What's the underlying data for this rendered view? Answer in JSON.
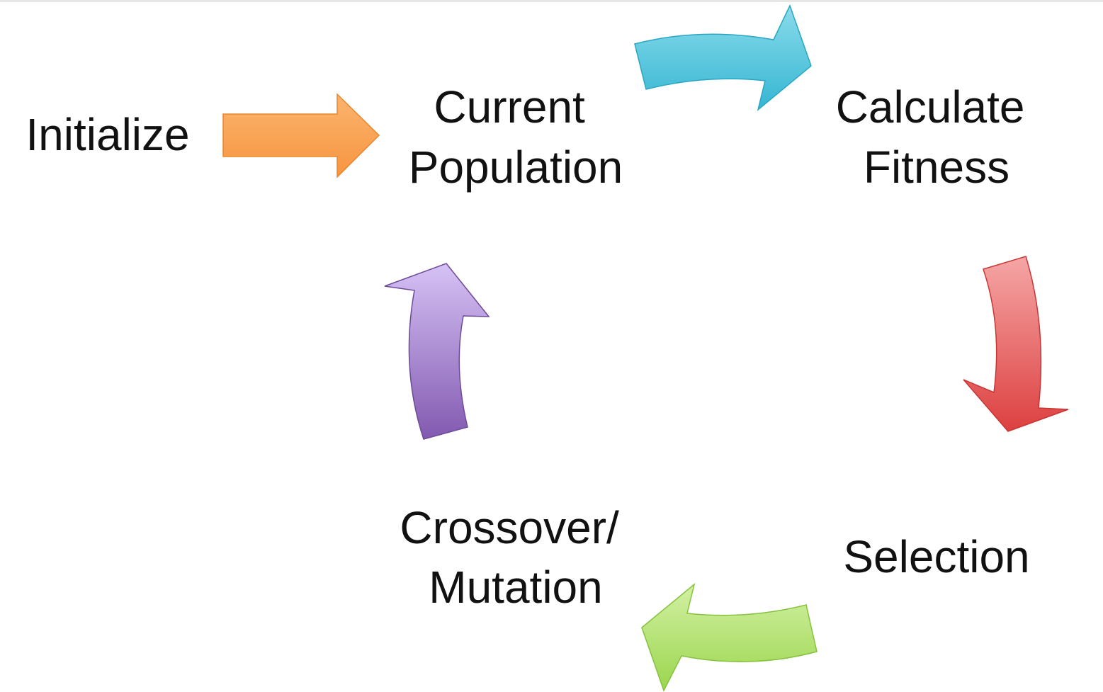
{
  "diagram": {
    "nodes": {
      "initialize": {
        "lines": [
          "Initialize"
        ]
      },
      "current_population": {
        "lines": [
          "Current",
          "Population"
        ]
      },
      "calculate_fitness": {
        "lines": [
          "Calculate",
          "Fitness"
        ]
      },
      "selection": {
        "lines": [
          "Selection"
        ]
      },
      "crossover_mutation": {
        "lines": [
          "Crossover/",
          "Mutation"
        ]
      }
    },
    "arrows": {
      "initialize_to_population": {
        "color": "#f7953f",
        "highlight": "#fbb46f"
      },
      "population_to_fitness": {
        "color": "#4cc4dc",
        "highlight": "#8adbeb"
      },
      "fitness_to_selection": {
        "color": "#e04b4b",
        "highlight": "#f4a3a3"
      },
      "selection_to_crossover": {
        "color": "#a5dc5a",
        "highlight": "#d2f0a4"
      },
      "crossover_to_population": {
        "color": "#8a64b6",
        "highlight": "#d3bdf2"
      }
    }
  }
}
